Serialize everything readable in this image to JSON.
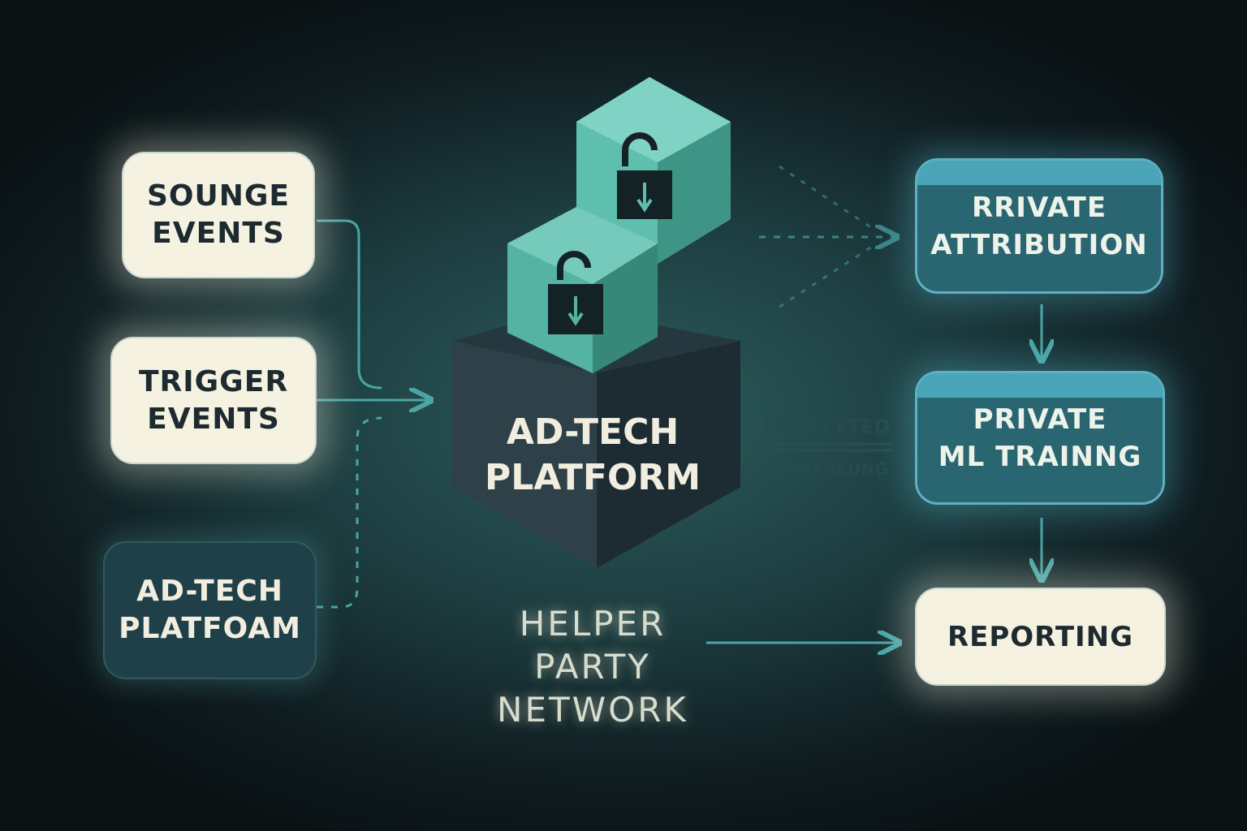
{
  "left": {
    "source_events": [
      "SOUNGE",
      "EVENTS"
    ],
    "trigger_events": [
      "TRIGGER",
      "EVENTS"
    ],
    "adtech_platform": [
      "AD-TECH",
      "PLATFOAM"
    ]
  },
  "center": {
    "platform": [
      "AD-TECH",
      "PLATFORM"
    ],
    "helper": [
      "HELPER",
      "PARTY",
      "NETWORK"
    ],
    "encrypted_label": "ENERYYTED",
    "sub_label": "LD WAPKUNG"
  },
  "right": {
    "attribution": [
      "RRIVATE",
      "ATTRIBUTION"
    ],
    "ml_training": [
      "PRIVATE",
      "ML TRAINNG"
    ],
    "reporting": "REPORTING"
  },
  "colors": {
    "teal": "#5fbfae",
    "cream": "#f6f2e2",
    "arrow": "#4aa5a5"
  }
}
